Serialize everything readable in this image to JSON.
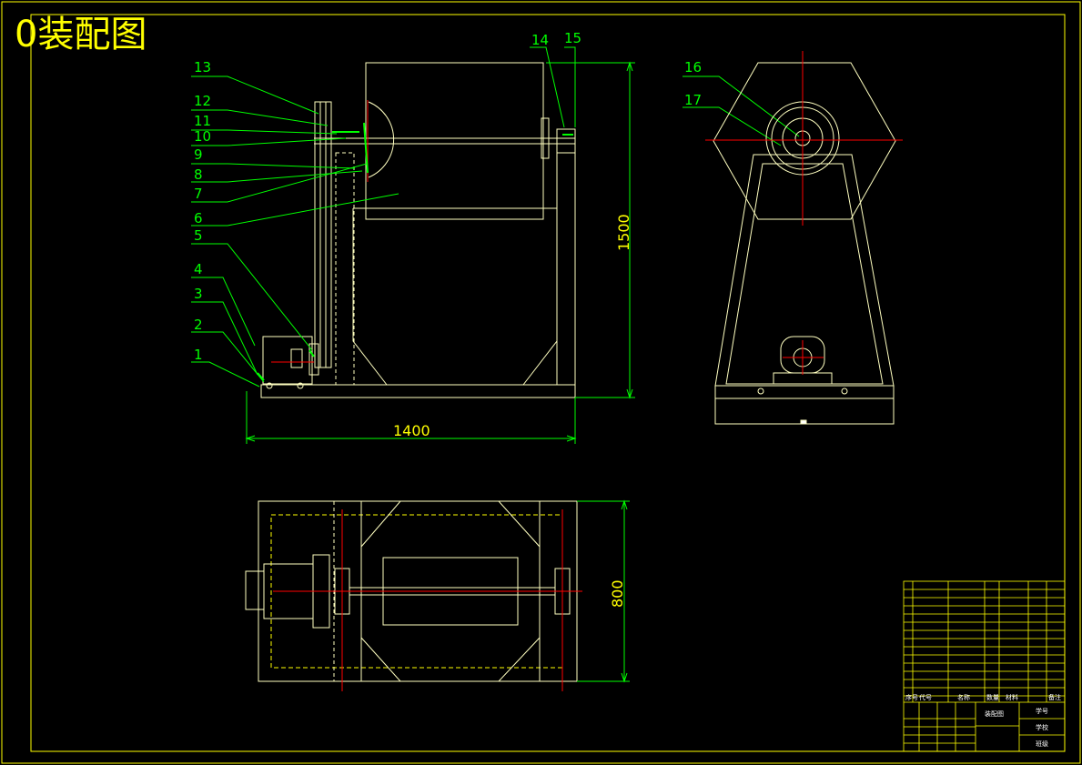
{
  "drawing": {
    "title": "0装配图",
    "dimensions": {
      "width": "1400",
      "height": "1500",
      "depth": "800"
    },
    "part_labels": [
      "1",
      "2",
      "3",
      "4",
      "5",
      "6",
      "7",
      "8",
      "9",
      "10",
      "11",
      "12",
      "13",
      "14",
      "15",
      "16",
      "17"
    ],
    "title_block": {
      "name": "装配图",
      "student_id_label": "学号",
      "school_label": "学校",
      "class_label": "班级",
      "bom_headers": [
        "序号",
        "代号",
        "名称",
        "数量",
        "材料",
        "备注"
      ]
    },
    "colors": {
      "background": "#000000",
      "frame": "#ffff00",
      "geometry": "#ffffc0",
      "leader": "#00ff00",
      "centerline": "#ff0000",
      "white": "#ffffff"
    }
  }
}
